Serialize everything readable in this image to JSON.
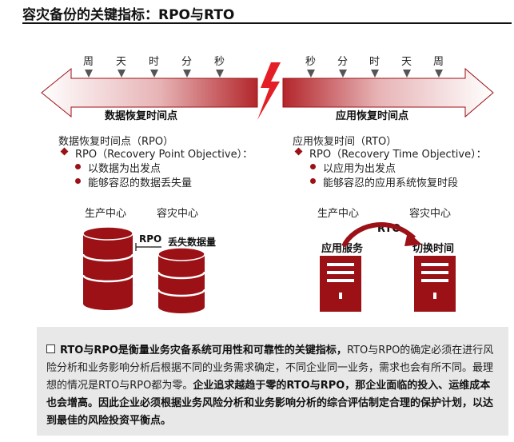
{
  "title": "容灾备份的关键指标：RPO与RTO",
  "left_arrow": {
    "label": "数据恢复时间点",
    "scale": [
      "周",
      "天",
      "时",
      "分",
      "秒"
    ]
  },
  "right_arrow": {
    "label": "应用恢复时间点",
    "scale": [
      "秒",
      "分",
      "时",
      "天",
      "周"
    ]
  },
  "colors": {
    "accent": "#9b1116",
    "arrow_fill": "#b3262b",
    "summary_bg": "#e8e8e8"
  },
  "rpo": {
    "heading": "数据恢复时间点（RPO）",
    "definition": "RPO（Recovery Point Objective）：",
    "points": [
      "以数据为出发点",
      "能够容忍的数据丢失量"
    ],
    "site_a": "生产中心",
    "site_b": "容灾中心",
    "tag": "RPO",
    "loss_label": "丢失数据量"
  },
  "rto": {
    "heading": "应用恢复时间（RTO）",
    "definition": "RPO（Recovery Time Objective）：",
    "points": [
      "以应用为出发点",
      "能够容忍的应用系统恢复时段"
    ],
    "site_a": "生产中心",
    "site_b": "容灾中心",
    "tag": "RTO",
    "service_label": "应用服务",
    "switch_label": "切换时间"
  },
  "summary": {
    "bold_1": "RTO与RPO是衡量业务灾备系统可用性和可靠性的关键指标，",
    "normal_1": "RTO与RPO的确定必须在进行风险分析和业务影响分析后根据不同的业务需求确定，不同企业同一业务，需求也会有所不同。最理想的情况是RTO与RPO都为零。",
    "bold_2": "企业追求越趋于零的RTO与RPO，那企业面临的投入、运维成本也会增高。因此企业必须根据业务风险分析和业务影响分析的综合评估制定合理的保护计划，以达到最佳的风险投资平衡点。"
  }
}
